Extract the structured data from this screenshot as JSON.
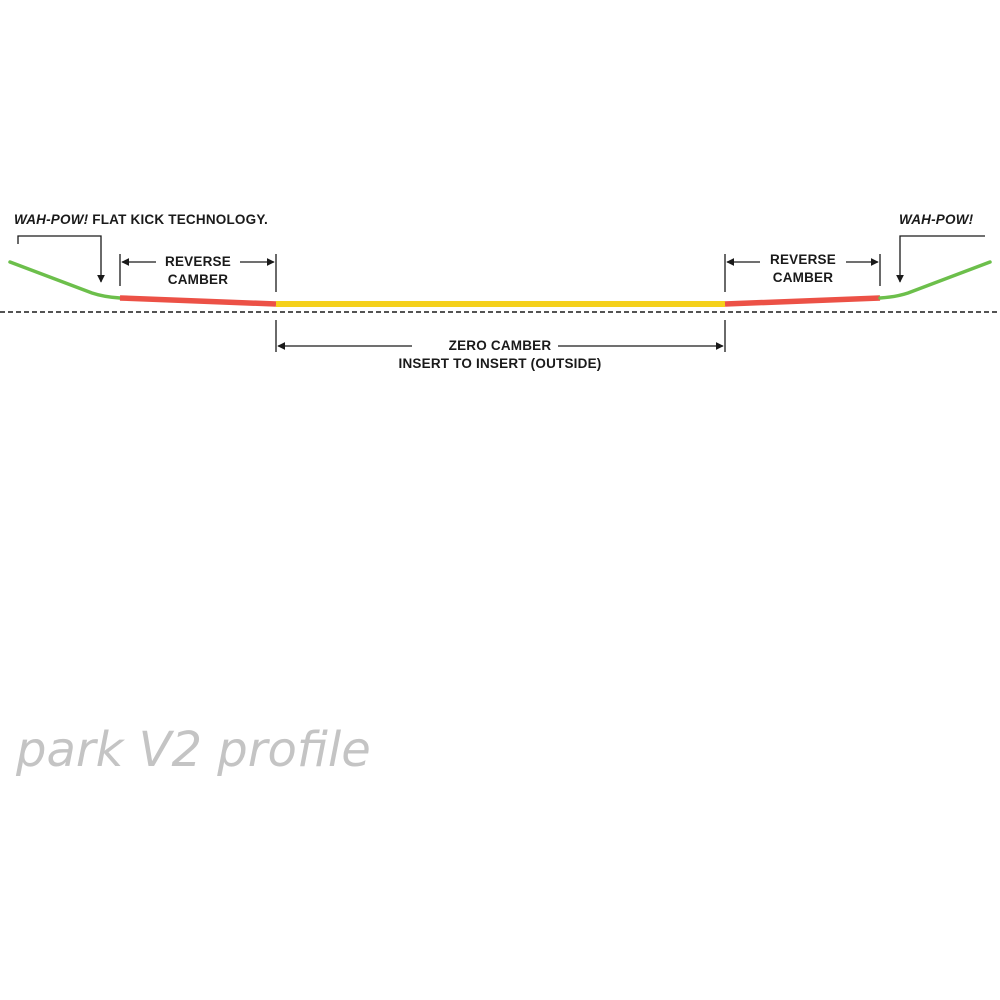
{
  "labels": {
    "left_kick_brand": "WAH-POW!",
    "left_kick_rest": " FLAT KICK TECHNOLOGY.",
    "right_kick_brand": "WAH-POW!",
    "left_reverse_line1": "REVERSE",
    "left_reverse_line2": "CAMBER",
    "right_reverse_line1": "REVERSE",
    "right_reverse_line2": "CAMBER",
    "zero_line1": "ZERO CAMBER",
    "zero_line2": "INSERT TO INSERT (OUTSIDE)"
  },
  "caption": "park V2 profile",
  "colors": {
    "kick": "#6cbf4b",
    "reverse_camber": "#ec5146",
    "zero_camber": "#f5d11c",
    "annotation": "#1a1a1a",
    "caption": "#c4c4c4"
  }
}
